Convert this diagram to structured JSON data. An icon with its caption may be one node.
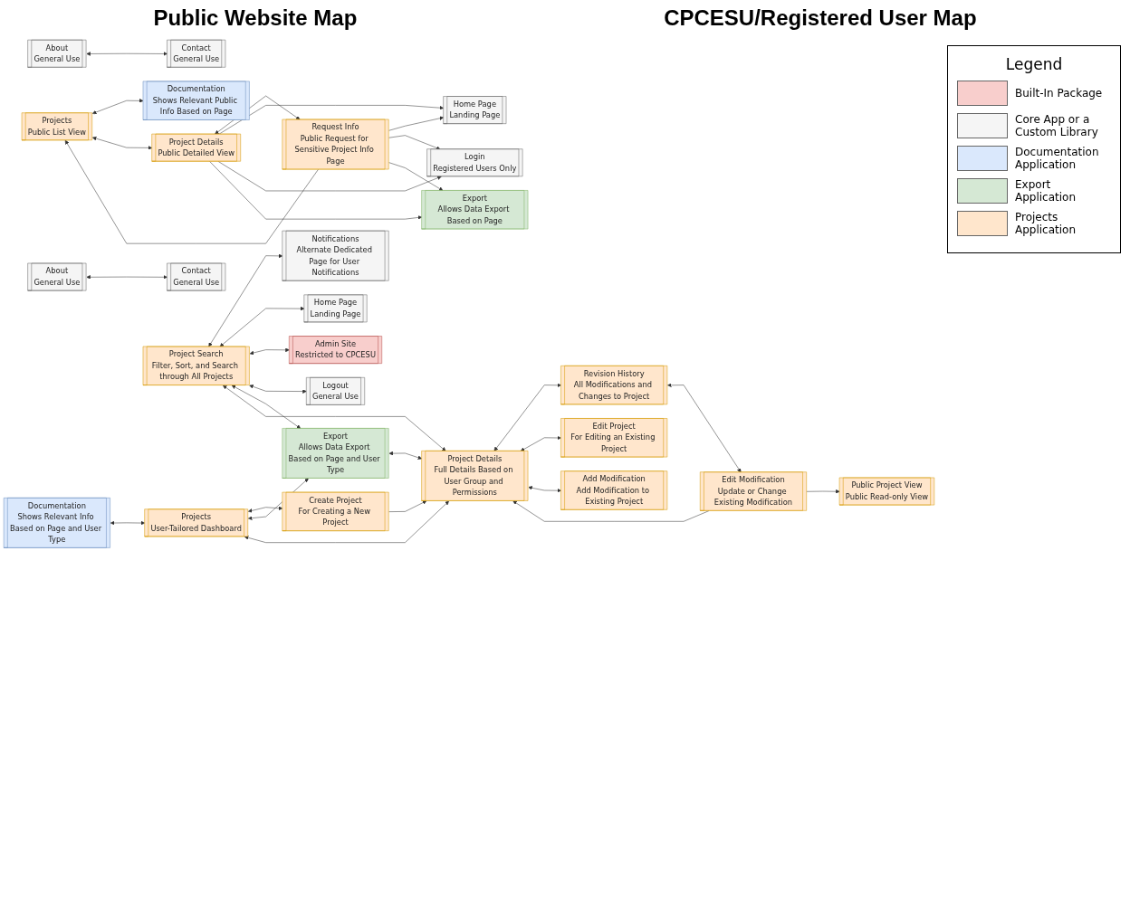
{
  "diagram": {
    "nodes": [
      {
        "text": [
          "Home Page",
          "Landing Page"
        ]
      },
      {
        "text": [
          "About",
          "General Use"
        ]
      },
      {
        "text": [
          "Contact",
          "General Use"
        ]
      },
      {
        "text": [
          "Projects",
          "Public List View"
        ]
      },
      {
        "text": [
          "Documentation",
          "Shows Relevant Public Info Based on Page"
        ]
      },
      {
        "text": [
          "Project Details",
          "Public Detailed View"
        ]
      },
      {
        "text": [
          "Login",
          "Registered Users Only"
        ]
      },
      {
        "text": [
          "Request Info",
          "Public Request for Sensitive Project Info Page"
        ]
      },
      {
        "text": [
          "Export",
          "Allows Data Export Based on Page"
        ]
      },
      {
        "text": [
          "Notifications",
          "Alternate Dedicated Page for User Notifications"
        ]
      },
      {
        "text": [
          "Home Page",
          "Landing Page"
        ]
      },
      {
        "text": [
          "Admin Site",
          "Restricted to CPCESU"
        ]
      },
      {
        "text": [
          "About",
          "General Use"
        ]
      },
      {
        "text": [
          "Contact",
          "General Use"
        ]
      },
      {
        "text": [
          "Logout",
          "General Use"
        ]
      },
      {
        "text": [
          "Documentation",
          "Shows Relevant Info Based on Page and User Type"
        ]
      },
      {
        "text": [
          "Projects",
          "User-Tailored Dashboard"
        ]
      },
      {
        "text": [
          "Project Search",
          "Filter, Sort, and Search through All Projects"
        ]
      },
      {
        "text": [
          "Export",
          "Allows Data Export Based on Page and User Type"
        ]
      },
      {
        "text": [
          "Create Project",
          "For Creating a New Project"
        ]
      },
      {
        "text": [
          "Project Details",
          "Full Details Based on User Group and Permissions"
        ]
      },
      {
        "text": [
          "Revision History",
          "All Modifications and Changes to Project"
        ]
      },
      {
        "text": [
          "Edit Project",
          "For Editing an Existing Project"
        ]
      },
      {
        "text": [
          "Edit Modification",
          "Update or Change Existing Modification"
        ]
      },
      {
        "text": [
          "Add Modification",
          "Add Modification to Existing Project"
        ]
      },
      {
        "text": [
          "Public Project View",
          "Public Read-only View"
        ]
      }
    ],
    "edges": [
      {
        "from": 1,
        "to": 2,
        "arrow": "both"
      },
      {
        "from": 3,
        "to": 4,
        "arrow": "both"
      },
      {
        "from": 3,
        "to": 5,
        "arrow": "both"
      },
      {
        "from": 5,
        "to": 7,
        "arrow": "both"
      },
      {
        "from": 7,
        "to": 3,
        "arrow": "to"
      },
      {
        "from": 5,
        "to": 0,
        "arrow": "to"
      },
      {
        "from": 5,
        "to": 6,
        "arrow": "to"
      },
      {
        "from": 5,
        "to": 8,
        "arrow": "to"
      },
      {
        "from": 7,
        "to": 0,
        "arrow": "to"
      },
      {
        "from": 7,
        "to": 6,
        "arrow": "to"
      },
      {
        "from": 7,
        "to": 8,
        "arrow": "to"
      },
      {
        "from": 17,
        "to": 9,
        "arrow": "both"
      },
      {
        "from": 17,
        "to": 10,
        "arrow": "both"
      },
      {
        "from": 17,
        "to": 11,
        "arrow": "both"
      },
      {
        "from": 17,
        "to": 14,
        "arrow": "both"
      },
      {
        "from": 12,
        "to": 13,
        "arrow": "both"
      },
      {
        "from": 15,
        "to": 16,
        "arrow": "both"
      },
      {
        "from": 16,
        "to": 19,
        "arrow": "both"
      },
      {
        "from": 16,
        "to": 18,
        "arrow": "both"
      },
      {
        "from": 17,
        "to": 18,
        "arrow": "both"
      },
      {
        "from": 17,
        "to": 20,
        "arrow": "both"
      },
      {
        "from": 18,
        "to": 20,
        "arrow": "both"
      },
      {
        "from": 20,
        "to": 16,
        "arrow": "both"
      },
      {
        "from": 19,
        "to": 20,
        "arrow": "to"
      },
      {
        "from": 20,
        "to": 21,
        "arrow": "both"
      },
      {
        "from": 20,
        "to": 22,
        "arrow": "both"
      },
      {
        "from": 20,
        "to": 24,
        "arrow": "both"
      },
      {
        "from": 21,
        "to": 23,
        "arrow": "both"
      },
      {
        "from": 23,
        "to": 20,
        "arrow": "to"
      },
      {
        "from": 23,
        "to": 25,
        "arrow": "to"
      }
    ],
    "labels": [
      "Public Website Map",
      "CPCESU/Registered User Map",
      "Legend"
    ],
    "legend": [
      {
        "text": "Built-In Package",
        "color": "#f8cecc"
      },
      {
        "text": "Core App or a Custom Library",
        "color": "#f5f5f5"
      },
      {
        "text": "Documentation Application",
        "color": "#dae8fc"
      },
      {
        "text": "Export Application",
        "color": "#d5e8d4"
      },
      {
        "text": "Projects Application",
        "color": "#ffe6cc"
      }
    ]
  }
}
